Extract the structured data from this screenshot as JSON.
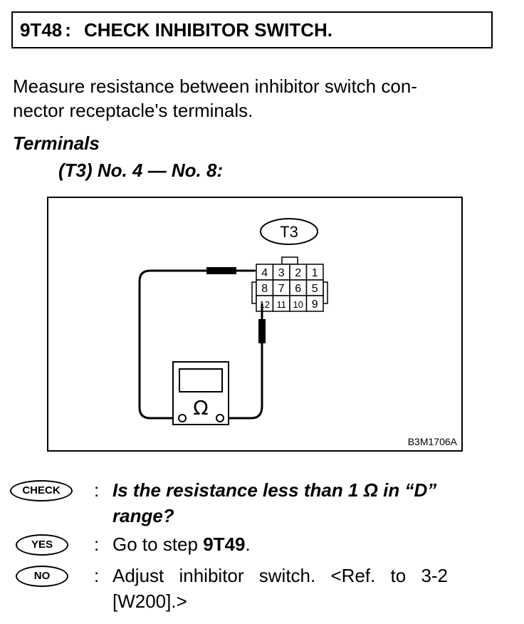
{
  "header": {
    "step": "9T48",
    "separator": ":",
    "title": "CHECK INHIBITOR SWITCH."
  },
  "intro": "Measure resistance between inhibitor switch con-nector receptacle's terminals.",
  "intro_line1": "Measure resistance between inhibitor switch con-",
  "intro_line2": "nector receptacle's terminals.",
  "terminals": {
    "heading": "Terminals",
    "spec": "(T3) No. 4 — No. 8:"
  },
  "figure": {
    "connector_label": "T3",
    "terminals_row1": [
      "4",
      "3",
      "2",
      "1"
    ],
    "terminals_row2": [
      "8",
      "7",
      "6",
      "5"
    ],
    "terminals_row3": [
      "12",
      "11",
      "10",
      "9"
    ],
    "meter_symbol": "Ω",
    "code": "B3M1706A"
  },
  "check": {
    "badge": "CHECK",
    "colon": ":",
    "line1": "Is the resistance less than 1 Ω in “D”",
    "line2": "range?"
  },
  "yes": {
    "badge": "YES",
    "colon": ":",
    "text": "Go to step ",
    "target": "9T49",
    "suffix": "."
  },
  "no": {
    "badge": "NO",
    "colon": ":",
    "line1": "Adjust inhibitor switch. <Ref. to 3-2",
    "line2": "[W200].>"
  }
}
